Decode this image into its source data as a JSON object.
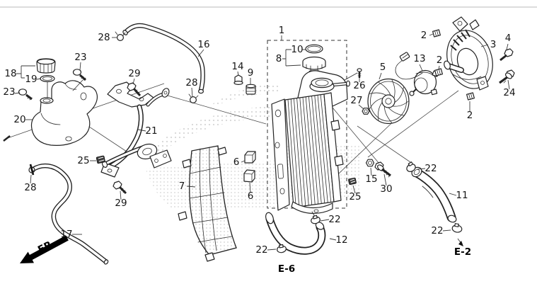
{
  "page": {
    "bg": "#ffffff",
    "top_rule_color": "#b8b8b8",
    "ink_color": "#222222",
    "watermark_dot_color": "#d4d4d4"
  },
  "diagram": {
    "kind": "exploded-parts-diagram",
    "subject": "radiator, cooling fan, reserve tank assembly",
    "direction_label": "FR.",
    "section_refs": {
      "e6": "E-6",
      "e2": "E-2"
    },
    "callouts": [
      {
        "part": "28"
      },
      {
        "part": "16"
      },
      {
        "part": "23"
      },
      {
        "part": "18"
      },
      {
        "part": "19"
      },
      {
        "part": "23"
      },
      {
        "part": "29"
      },
      {
        "part": "20"
      },
      {
        "part": "21"
      },
      {
        "part": "28"
      },
      {
        "part": "14"
      },
      {
        "part": "9"
      },
      {
        "part": "1"
      },
      {
        "part": "10"
      },
      {
        "part": "8"
      },
      {
        "part": "26"
      },
      {
        "part": "27"
      },
      {
        "part": "5"
      },
      {
        "part": "13"
      },
      {
        "part": "2"
      },
      {
        "part": "2"
      },
      {
        "part": "2"
      },
      {
        "part": "3"
      },
      {
        "part": "4"
      },
      {
        "part": "24"
      },
      {
        "part": "25"
      },
      {
        "part": "28"
      },
      {
        "part": "29"
      },
      {
        "part": "17"
      },
      {
        "part": "7"
      },
      {
        "part": "6"
      },
      {
        "part": "6"
      },
      {
        "part": "25"
      },
      {
        "part": "15"
      },
      {
        "part": "30"
      },
      {
        "part": "22"
      },
      {
        "part": "12"
      },
      {
        "part": "22"
      },
      {
        "part": "22"
      },
      {
        "part": "11"
      },
      {
        "part": "22"
      }
    ]
  }
}
